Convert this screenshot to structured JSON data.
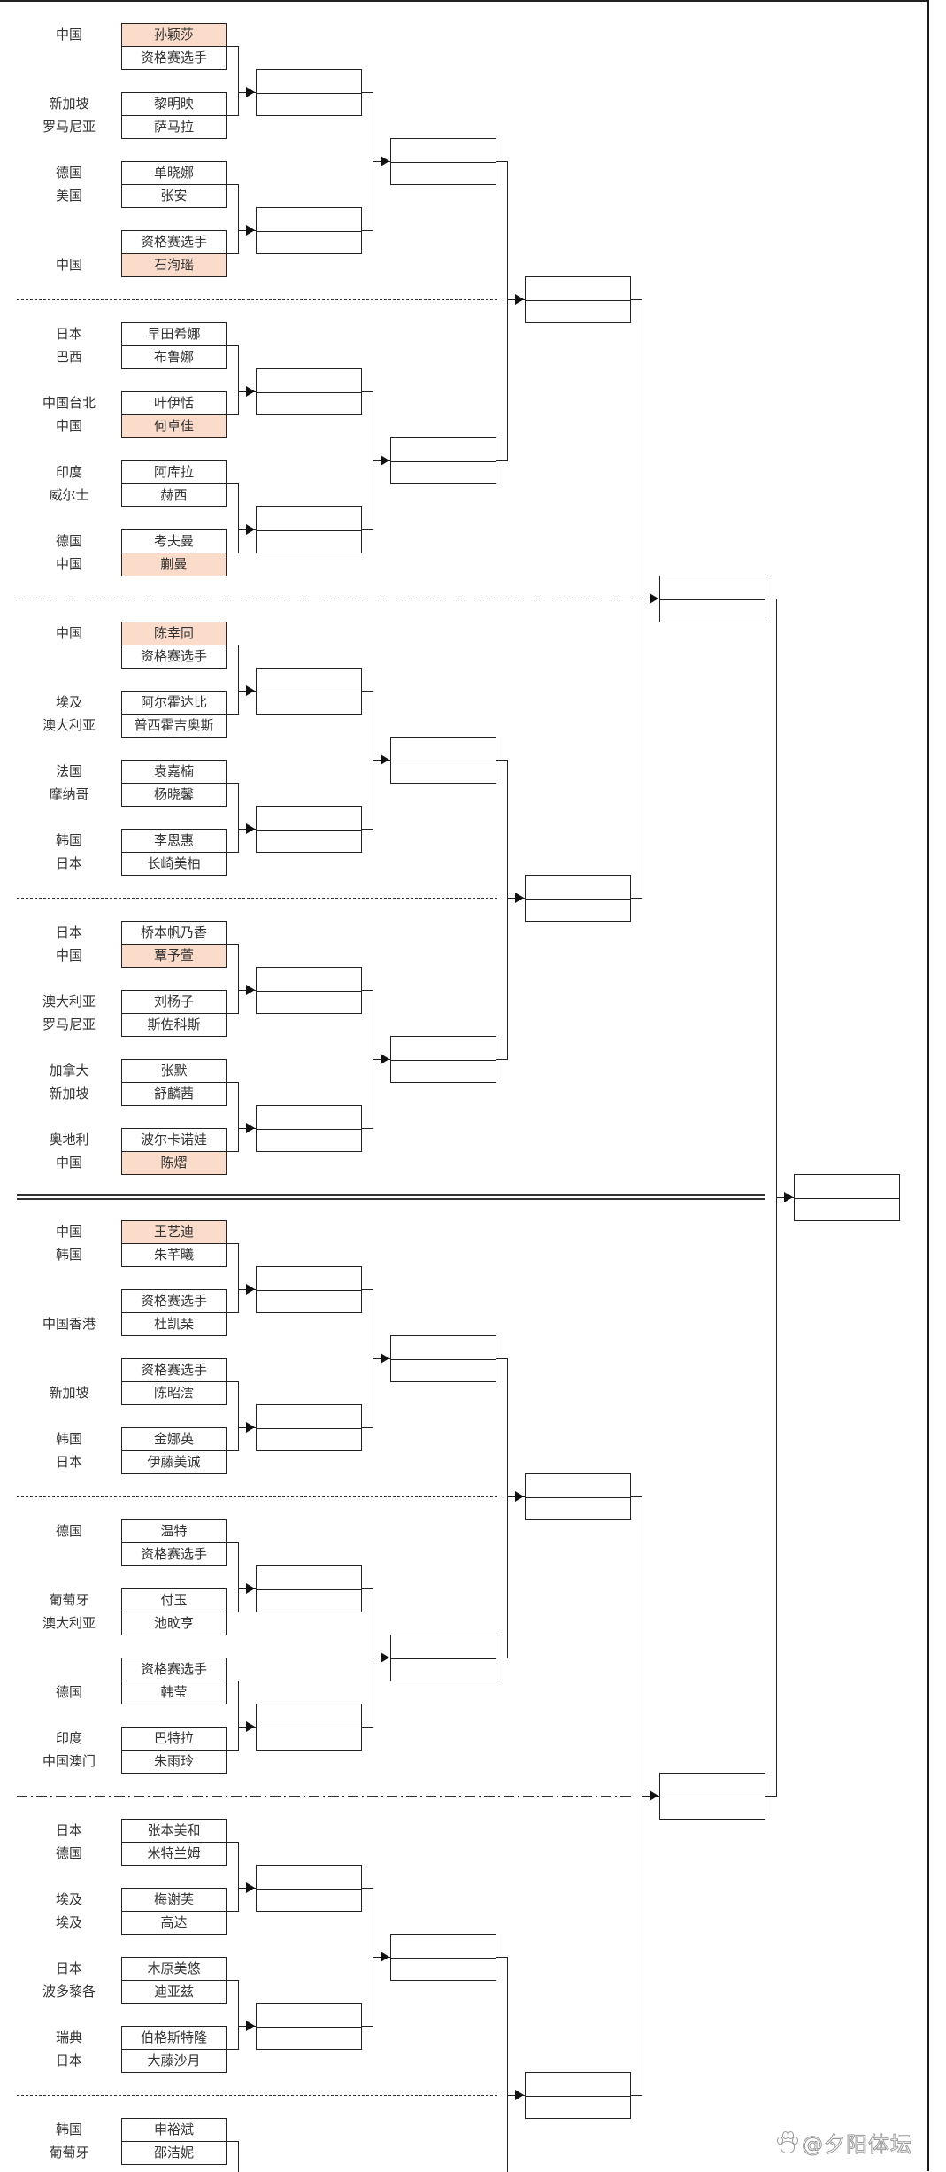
{
  "bracket": {
    "qualifier_label": "资格赛选手",
    "highlight_color": "#fbdccb",
    "sections": [
      {
        "pairs": [
          [
            {
              "country": "中国",
              "name": "孙颖莎",
              "seed": true
            },
            {
              "country": "",
              "name": "资格赛选手"
            }
          ],
          [
            {
              "country": "新加坡",
              "name": "黎明映"
            },
            {
              "country": "罗马尼亚",
              "name": "萨马拉"
            }
          ],
          [
            {
              "country": "德国",
              "name": "单晓娜"
            },
            {
              "country": "美国",
              "name": "张安"
            }
          ],
          [
            {
              "country": "",
              "name": "资格赛选手"
            },
            {
              "country": "中国",
              "name": "石洵瑶",
              "seed": true
            }
          ]
        ]
      },
      {
        "pairs": [
          [
            {
              "country": "日本",
              "name": "早田希娜"
            },
            {
              "country": "巴西",
              "name": "布鲁娜"
            }
          ],
          [
            {
              "country": "中国台北",
              "name": "叶伊恬"
            },
            {
              "country": "中国",
              "name": "何卓佳",
              "seed": true
            }
          ],
          [
            {
              "country": "印度",
              "name": "阿库拉"
            },
            {
              "country": "威尔士",
              "name": "赫西"
            }
          ],
          [
            {
              "country": "德国",
              "name": "考夫曼"
            },
            {
              "country": "中国",
              "name": "蒯曼",
              "seed": true
            }
          ]
        ]
      },
      {
        "pairs": [
          [
            {
              "country": "中国",
              "name": "陈幸同",
              "seed": true
            },
            {
              "country": "",
              "name": "资格赛选手"
            }
          ],
          [
            {
              "country": "埃及",
              "name": "阿尔霍达比"
            },
            {
              "country": "澳大利亚",
              "name": "普西霍吉奥斯"
            }
          ],
          [
            {
              "country": "法国",
              "name": "袁嘉楠"
            },
            {
              "country": "摩纳哥",
              "name": "杨晓馨"
            }
          ],
          [
            {
              "country": "韩国",
              "name": "李恩惠"
            },
            {
              "country": "日本",
              "name": "长崎美柚"
            }
          ]
        ]
      },
      {
        "pairs": [
          [
            {
              "country": "日本",
              "name": "桥本帆乃香"
            },
            {
              "country": "中国",
              "name": "覃予萱",
              "seed": true
            }
          ],
          [
            {
              "country": "澳大利亚",
              "name": "刘杨子"
            },
            {
              "country": "罗马尼亚",
              "name": "斯佐科斯"
            }
          ],
          [
            {
              "country": "加拿大",
              "name": "张默"
            },
            {
              "country": "新加坡",
              "name": "舒麟茜"
            }
          ],
          [
            {
              "country": "奥地利",
              "name": "波尔卡诺娃"
            },
            {
              "country": "中国",
              "name": "陈熠",
              "seed": true
            }
          ]
        ]
      },
      {
        "pairs": [
          [
            {
              "country": "中国",
              "name": "王艺迪",
              "seed": true
            },
            {
              "country": "韩国",
              "name": "朱芊曦"
            }
          ],
          [
            {
              "country": "",
              "name": "资格赛选手"
            },
            {
              "country": "中国香港",
              "name": "杜凯琹"
            }
          ],
          [
            {
              "country": "",
              "name": "资格赛选手"
            },
            {
              "country": "新加坡",
              "name": "陈昭澐"
            }
          ],
          [
            {
              "country": "韩国",
              "name": "金娜英"
            },
            {
              "country": "日本",
              "name": "伊藤美诚"
            }
          ]
        ]
      },
      {
        "pairs": [
          [
            {
              "country": "德国",
              "name": "温特"
            },
            {
              "country": "",
              "name": "资格赛选手"
            }
          ],
          [
            {
              "country": "葡萄牙",
              "name": "付玉"
            },
            {
              "country": "澳大利亚",
              "name": "池旼亨"
            }
          ],
          [
            {
              "country": "",
              "name": "资格赛选手"
            },
            {
              "country": "德国",
              "name": "韩莹"
            }
          ],
          [
            {
              "country": "印度",
              "name": "巴特拉"
            },
            {
              "country": "中国澳门",
              "name": "朱雨玲"
            }
          ]
        ]
      },
      {
        "pairs": [
          [
            {
              "country": "日本",
              "name": "张本美和"
            },
            {
              "country": "德国",
              "name": "米特兰姆"
            }
          ],
          [
            {
              "country": "埃及",
              "name": "梅谢芙"
            },
            {
              "country": "埃及",
              "name": "高达"
            }
          ],
          [
            {
              "country": "日本",
              "name": "木原美悠"
            },
            {
              "country": "波多黎各",
              "name": "迪亚兹"
            }
          ],
          [
            {
              "country": "瑞典",
              "name": "伯格斯特隆"
            },
            {
              "country": "日本",
              "name": "大藤沙月"
            }
          ]
        ]
      },
      {
        "pairs": [
          [
            {
              "country": "韩国",
              "name": "申裕斌"
            },
            {
              "country": "葡萄牙",
              "name": "邵洁妮"
            }
          ]
        ]
      }
    ]
  },
  "watermark": {
    "text": "@夕阳体坛",
    "icon": "baidu-paw-icon"
  }
}
